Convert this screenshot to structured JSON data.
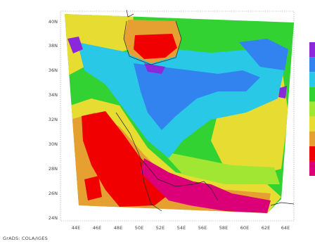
{
  "map": {
    "x_ticks": [
      "44E",
      "46E",
      "48E",
      "50E",
      "52E",
      "54E",
      "56E",
      "58E",
      "60E",
      "62E",
      "64E"
    ],
    "y_ticks": [
      "40N",
      "38N",
      "36N",
      "34N",
      "32N",
      "30N",
      "28N",
      "26N",
      "24N"
    ],
    "footer": "GrADS: COLA/IGES",
    "colors": {
      "red": "#f00000",
      "orange": "#e6a032",
      "yellow": "#e6dc32",
      "green": "#32d232",
      "cyan": "#28c8e6",
      "blue": "#3282f0",
      "purple": "#8c28dc",
      "magenta": "#dc0078",
      "light_green": "#a0e632"
    },
    "colorbar": [
      "#dc0078",
      "#f00000",
      "#e6a032",
      "#e6dc32",
      "#a0e632",
      "#32d232",
      "#28c8e6",
      "#3282f0",
      "#8c28dc"
    ]
  }
}
